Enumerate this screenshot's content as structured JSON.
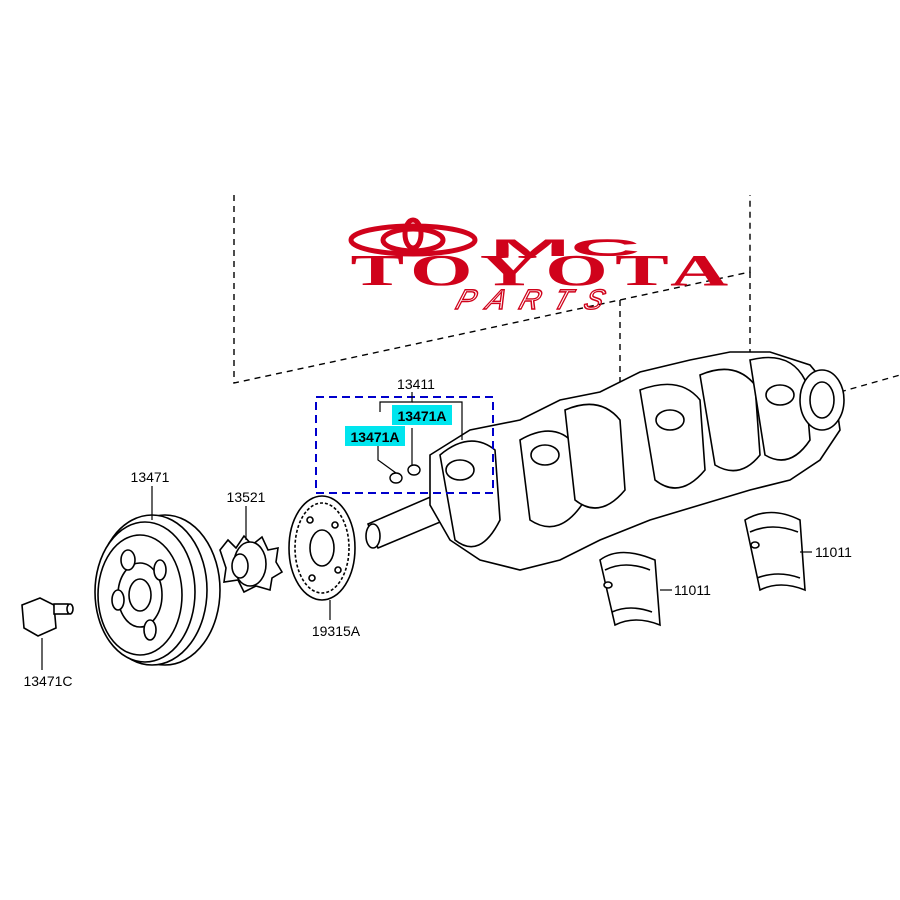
{
  "logo": {
    "top_text": "MC",
    "main_text": "TOYOTA",
    "sub_text": "PARTS",
    "color": "#d0021b"
  },
  "highlight_color": "#00e5ee",
  "box_color": "#0000cc",
  "parts": {
    "crankshaft": "13411",
    "pin_upper": "13471A",
    "pin_lower": "13471A",
    "pulley": "13471",
    "timing_gear": "13521",
    "bolt": "13471C",
    "sensor_plate": "19315A",
    "bearing_lower": "11011",
    "bearing_upper": "11011"
  }
}
